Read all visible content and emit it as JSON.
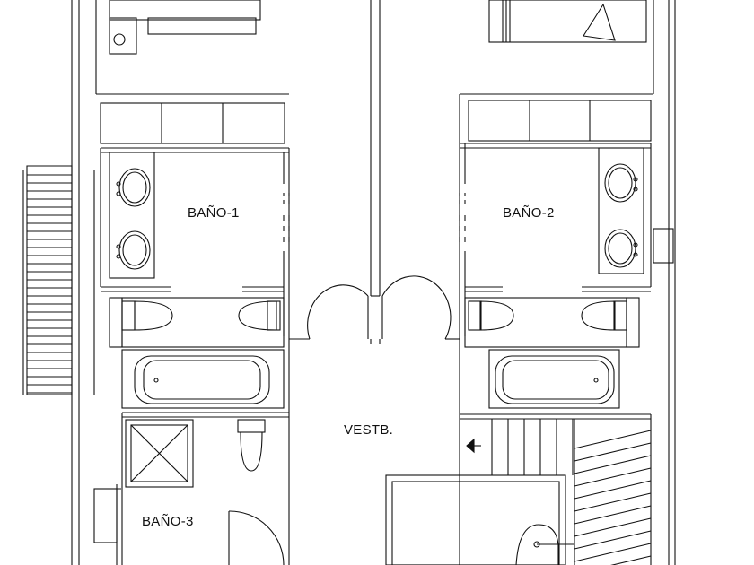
{
  "rooms": {
    "bano1": "BAÑO-1",
    "bano2": "BAÑO-2",
    "bano3": "BAÑO-3",
    "vestibule": "VESTB."
  }
}
